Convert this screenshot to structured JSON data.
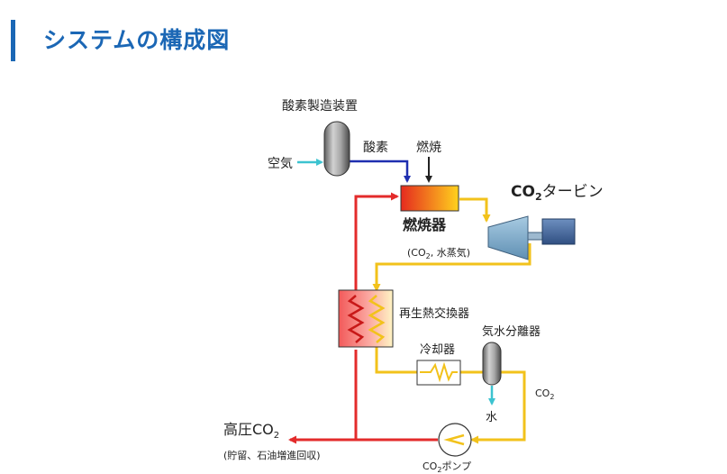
{
  "page": {
    "title": "システムの構成図"
  },
  "diagram": {
    "oxygen_plant": "酸素製造装置",
    "air": "空気",
    "oxygen": "酸素",
    "fuel": "燃焼",
    "combustor": "燃焼器",
    "turbine": {
      "main": "CO",
      "sub": "2",
      "tail": "タービン"
    },
    "exhaust": {
      "pre": "(CO",
      "sub": "2",
      "post": ", 水蒸気)"
    },
    "regen_hx": "再生熱交換器",
    "cooler": "冷却器",
    "separator": "気水分離器",
    "co2_line": {
      "main": "CO",
      "sub": "2"
    },
    "water": "水",
    "pump": {
      "pre": "CO",
      "sub": "2",
      "post": "ポンプ"
    },
    "hp_co2": {
      "main": "高圧CO",
      "sub": "2"
    },
    "storage": "(貯留、石油増進回収)"
  },
  "colors": {
    "accent": "#1b67b5",
    "co2_line": "#f2c21b",
    "hot_line": "#e32b2b",
    "oxygen_line": "#1f2fb0",
    "air_line": "#3cc3d0"
  }
}
